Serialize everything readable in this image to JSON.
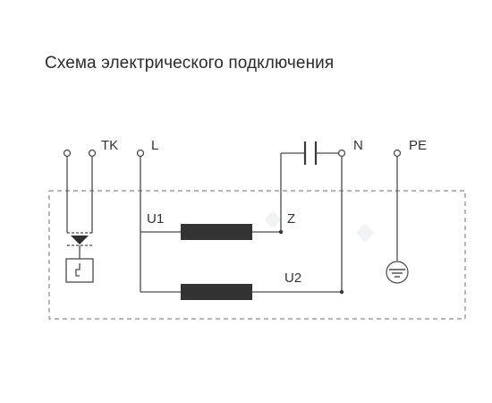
{
  "title": "Схема электрического подключения",
  "terminals": {
    "tk": "TK",
    "l": "L",
    "n": "N",
    "pe": "PE"
  },
  "windings": {
    "u1": "U1",
    "z": "Z",
    "u2": "U2"
  },
  "icons": {
    "thermal_contact": "thermal-contact-icon",
    "capacitor": "capacitor-icon",
    "ground": "ground-icon"
  },
  "colors": {
    "line": "#4a4a4a",
    "coil": "#333333",
    "text": "#333333"
  }
}
